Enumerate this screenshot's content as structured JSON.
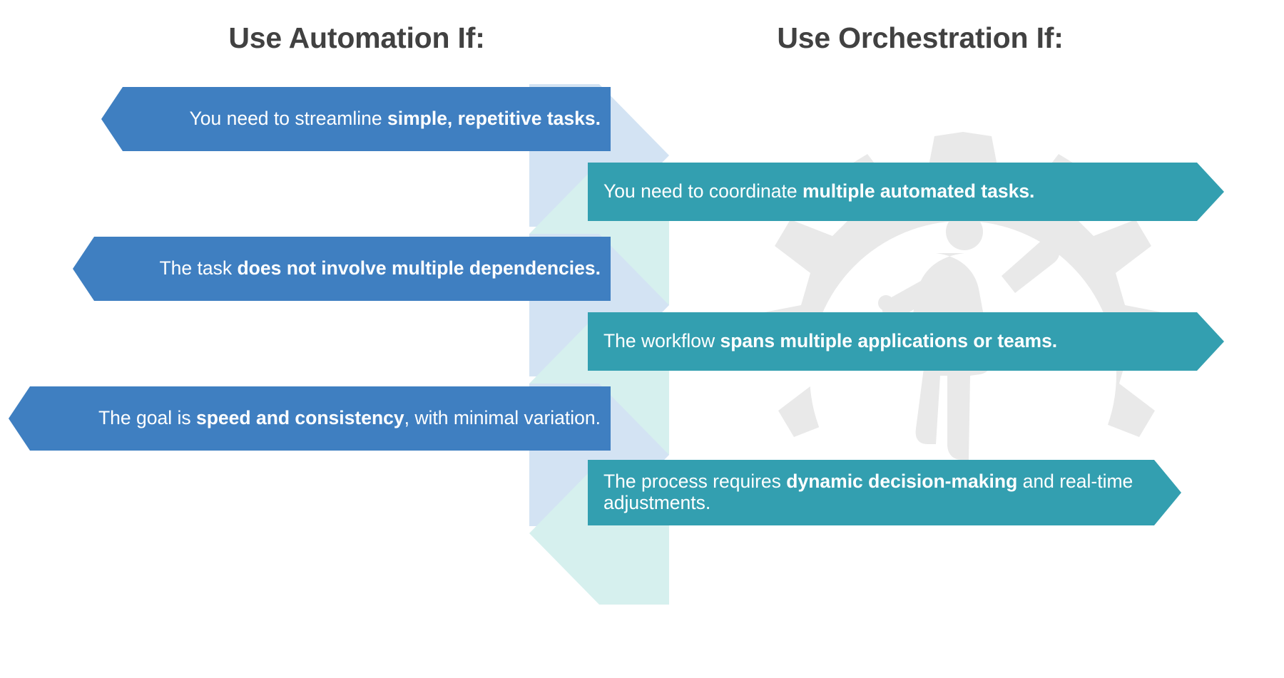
{
  "columns": {
    "left": {
      "title": "Use Automation If:",
      "accent": "#3f7fc1",
      "accent_light": "#d3e3f3",
      "items": [
        {
          "lead": "You need to streamline ",
          "strong": "simple, repetitive tasks.",
          "tail": ""
        },
        {
          "lead": "The task ",
          "strong": "does not involve multiple dependencies.",
          "tail": ""
        },
        {
          "lead": "The goal is ",
          "strong": "speed and consistency",
          "tail": ", with minimal variation."
        }
      ]
    },
    "right": {
      "title": "Use Orchestration If:",
      "accent": "#339fb0",
      "accent_light": "#d6f0ee",
      "items": [
        {
          "lead": "You need to coordinate ",
          "strong": "multiple automated tasks.",
          "tail": ""
        },
        {
          "lead": "The workflow ",
          "strong": "spans multiple applications or teams.",
          "tail": ""
        },
        {
          "lead": "The process requires ",
          "strong": "dynamic decision-making",
          "tail": " and real-time adjustments."
        }
      ]
    }
  },
  "background": {
    "watermark": "conductor-gear-watermark",
    "watermark_color": "#e9e9e9"
  },
  "title_color": "#414141",
  "text_color": "#ffffff",
  "page_background": "#ffffff"
}
